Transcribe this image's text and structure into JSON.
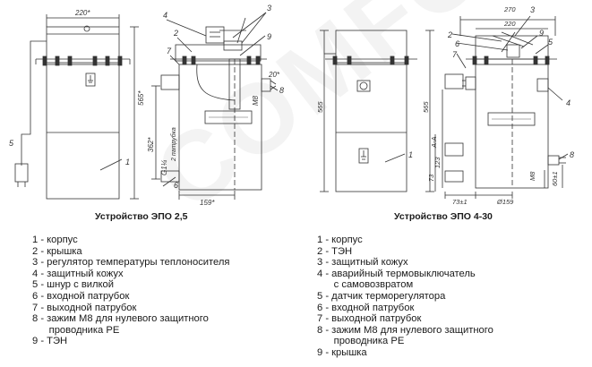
{
  "watermark": "COMFORT",
  "left": {
    "caption": "Устройство ЭПО 2,5",
    "legend": [
      "1 - корпус",
      "2 - крышка",
      "3 - регулятор температуры теплоносителя",
      "4 - защитный кожух",
      "5 - шнур с вилкой",
      "6 - входной патрубок",
      "7 - выходной патрубок",
      "8 - зажим М8 для нулевого защитного",
      "      проводника РЕ",
      "9 - ТЭН"
    ],
    "dims": {
      "top": "220*",
      "height": "565*",
      "height2": "362*",
      "bottom": "159*",
      "angle": "20*",
      "thread": "G1¼",
      "pipes": "2 патрубка",
      "m8": "M8"
    },
    "callouts": [
      "1",
      "2",
      "3",
      "4",
      "5",
      "6",
      "7",
      "8",
      "9"
    ]
  },
  "right": {
    "caption": "Устройство ЭПО 4-30",
    "legend": [
      "1 - корпус",
      "2 - ТЭН",
      "3 - защитный кожух",
      "4 - аварийный термовыключатель",
      "      с самовозвратом",
      "5 - датчик терморегулятора",
      "6 - входной патрубок",
      "7 - выходной патрубок",
      "8 - зажим М8 для нулевого защитного",
      "      проводника РЕ",
      "9 - крышка"
    ],
    "dims": {
      "w1": "270",
      "w2": "220",
      "h1": "565",
      "h2": "565",
      "h3": "73",
      "h4": "123",
      "bottom": "73±1",
      "dia": "Ø159",
      "section": "А-А",
      "m8": "M8",
      "g": "60±1"
    },
    "callouts": [
      "1",
      "2",
      "3",
      "4",
      "5",
      "6",
      "7",
      "8",
      "9"
    ]
  }
}
